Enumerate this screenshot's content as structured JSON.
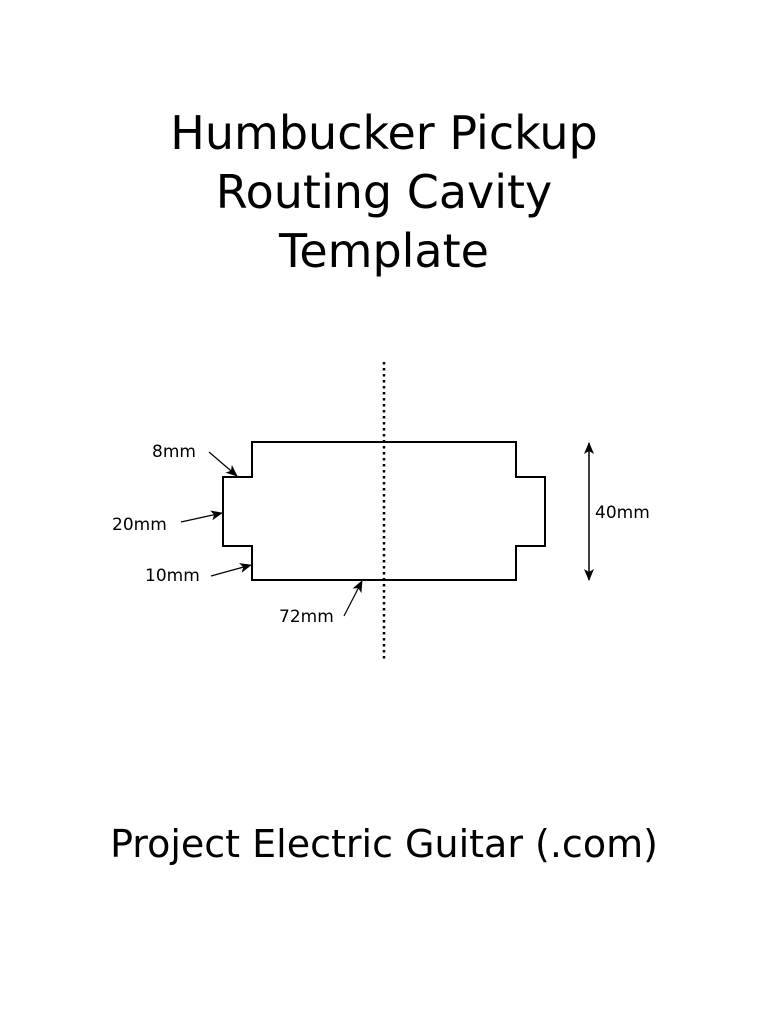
{
  "title": {
    "line1": "Humbucker Pickup",
    "line2": "Routing Cavity",
    "line3": "Template"
  },
  "dimensions": {
    "ear_height": "8mm",
    "ear_width": "20mm",
    "ear_offset": "10mm",
    "body_length": "72mm",
    "body_width": "40mm"
  },
  "footer": {
    "text": "Project Electric Guitar (.com)"
  }
}
